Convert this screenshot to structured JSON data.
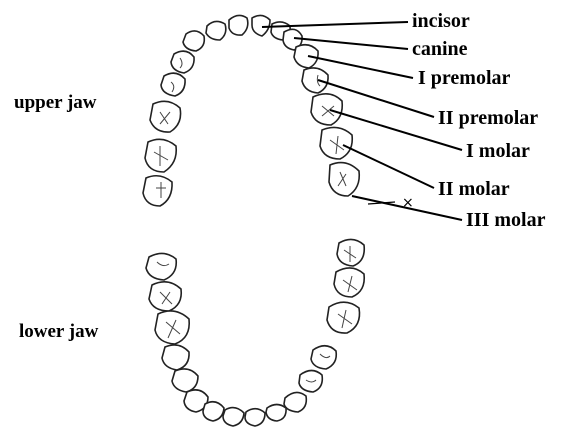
{
  "jaws": {
    "upper": "upper jaw",
    "lower": "lower jaw"
  },
  "tooth_labels": [
    "incisor",
    "canine",
    "I premolar",
    "II premolar",
    "I molar",
    "II molar",
    "III molar"
  ],
  "missing_mark": "×"
}
